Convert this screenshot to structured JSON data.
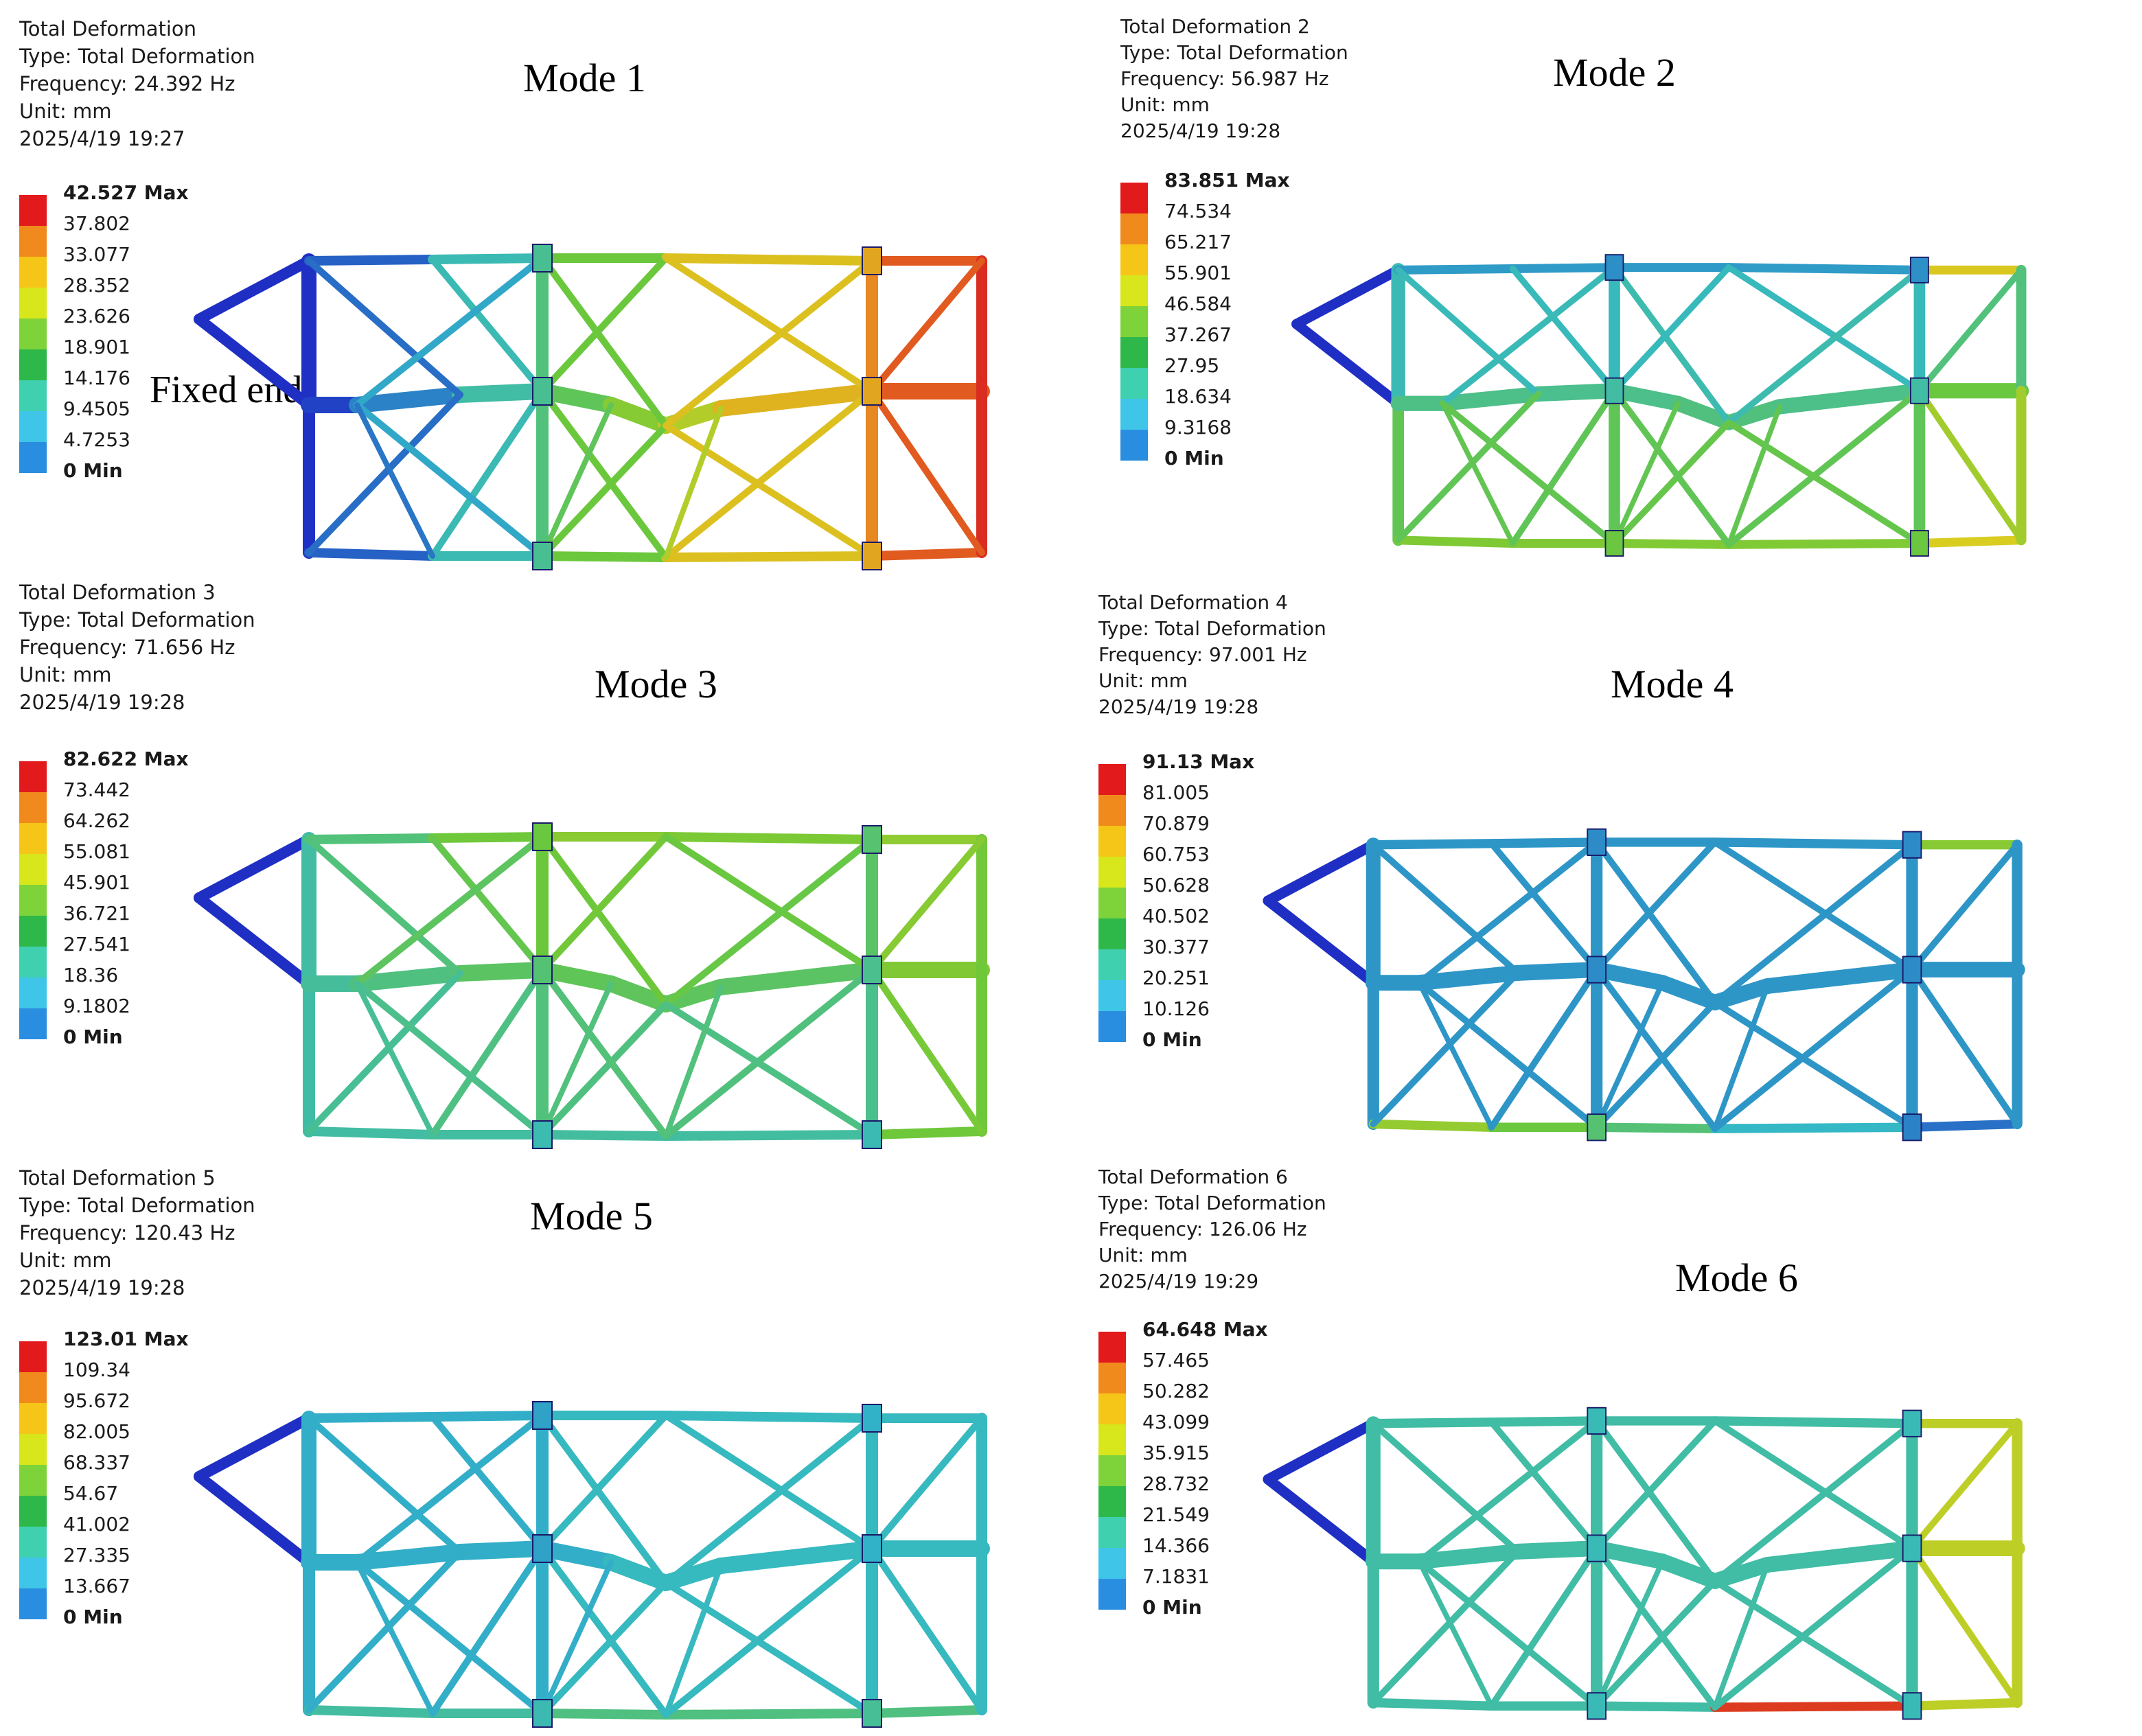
{
  "panels": [
    {
      "mode": "Mode 1",
      "info": [
        "Total Deformation",
        "Type: Total Deformation",
        "Frequency: 24.392 Hz",
        "Unit: mm",
        "2025/4/19 19:27"
      ],
      "legend": [
        "42.527 Max",
        "37.802",
        "33.077",
        "28.352",
        "23.626",
        "18.901",
        "14.176",
        "9.4505",
        "4.7253",
        "0 Min"
      ],
      "annotation": "Fixed end"
    },
    {
      "mode": "Mode 2",
      "info": [
        "Total Deformation 2",
        "Type: Total Deformation",
        "Frequency: 56.987 Hz",
        "Unit: mm",
        "2025/4/19 19:28"
      ],
      "legend": [
        "83.851 Max",
        "74.534",
        "65.217",
        "55.901",
        "46.584",
        "37.267",
        "27.95",
        "18.634",
        "9.3168",
        "0 Min"
      ]
    },
    {
      "mode": "Mode 3",
      "info": [
        "Total Deformation 3",
        "Type: Total Deformation",
        "Frequency: 71.656 Hz",
        "Unit: mm",
        "2025/4/19 19:28"
      ],
      "legend": [
        "82.622 Max",
        "73.442",
        "64.262",
        "55.081",
        "45.901",
        "36.721",
        "27.541",
        "18.36",
        "9.1802",
        "0 Min"
      ]
    },
    {
      "mode": "Mode 4",
      "info": [
        "Total Deformation 4",
        "Type: Total Deformation",
        "Frequency: 97.001 Hz",
        "Unit: mm",
        "2025/4/19 19:28"
      ],
      "legend": [
        "91.13 Max",
        "81.005",
        "70.879",
        "60.753",
        "50.628",
        "40.502",
        "30.377",
        "20.251",
        "10.126",
        "0 Min"
      ]
    },
    {
      "mode": "Mode 5",
      "info": [
        "Total Deformation 5",
        "Type: Total Deformation",
        "Frequency: 120.43 Hz",
        "Unit: mm",
        "2025/4/19 19:28"
      ],
      "legend": [
        "123.01 Max",
        "109.34",
        "95.672",
        "82.005",
        "68.337",
        "54.67",
        "41.002",
        "27.335",
        "13.667",
        "0 Min"
      ]
    },
    {
      "mode": "Mode 6",
      "info": [
        "Total Deformation 6",
        "Type: Total Deformation",
        "Frequency: 126.06 Hz",
        "Unit: mm",
        "2025/4/19 19:29"
      ],
      "legend": [
        "64.648 Max",
        "57.465",
        "50.282",
        "43.099",
        "35.915",
        "28.732",
        "21.549",
        "14.366",
        "7.1831",
        "0 Min"
      ]
    }
  ],
  "legend_colors": [
    "#e31a1c",
    "#f08a1c",
    "#f5c518",
    "#d8e61c",
    "#7fd33a",
    "#2fb84a",
    "#3fd0b0",
    "#3ec5e8",
    "#2a8ee0",
    "#1a2bd0"
  ],
  "colors": {
    "low": "#1f2fc4",
    "cyan": "#33b8c8",
    "green": "#6cc83a",
    "yellow": "#d8d020",
    "orange": "#e88a20",
    "red": "#d82020"
  }
}
